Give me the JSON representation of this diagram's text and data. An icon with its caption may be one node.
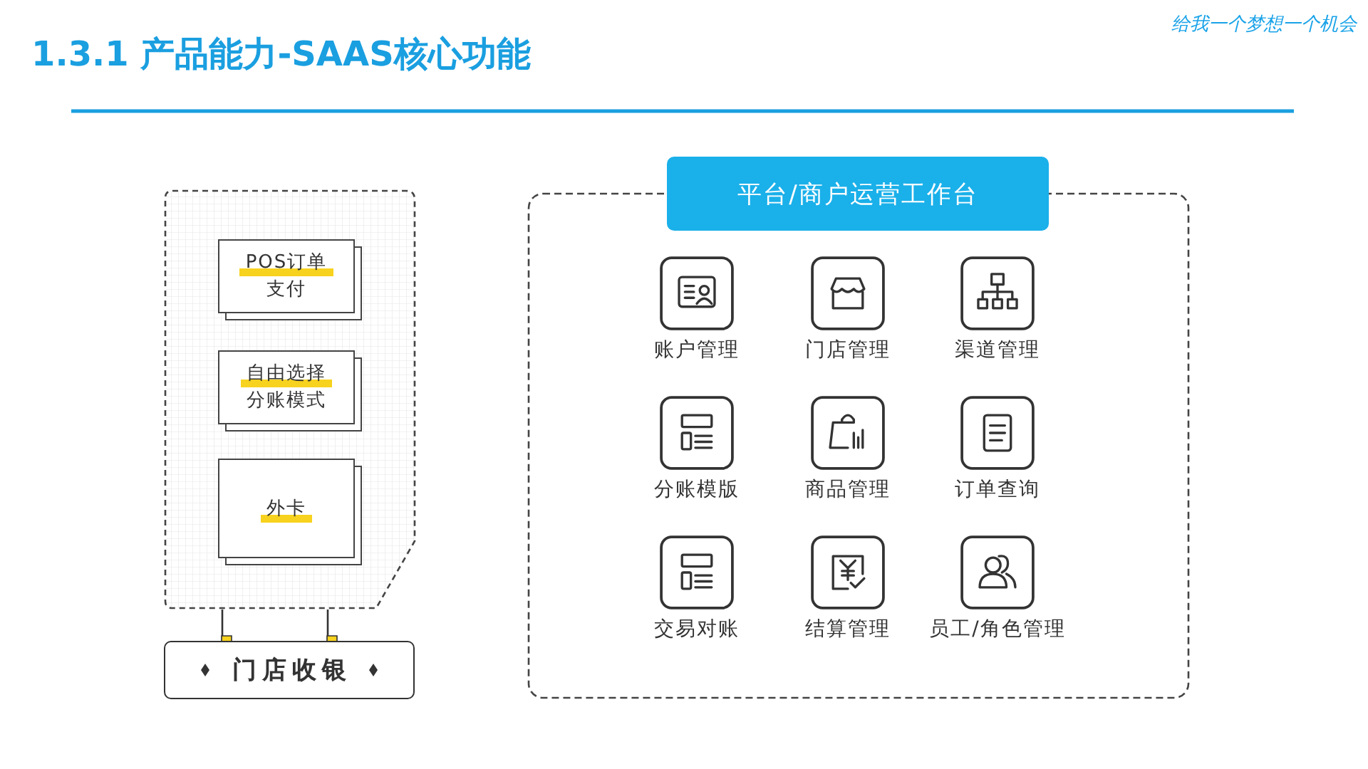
{
  "diagram": {
    "title": "1.3.1 产品能力-SAAS核心功能",
    "nodes": [
      {
        "text": [],
        "shape": "box"
      },
      {
        "text": [
          "POS订单",
          "支付"
        ],
        "in": 0
      },
      {
        "text": [
          "自由选择",
          "分账模式"
        ],
        "in": 0
      },
      {
        "text": [
          "外卡"
        ],
        "in": 0
      },
      {
        "text": [
          "门店收银"
        ]
      },
      {
        "text": [
          "平台/商户运营工作台"
        ]
      },
      {
        "text": [
          "账户管理"
        ],
        "in": 5
      },
      {
        "text": [
          "门店管理"
        ],
        "in": 5
      },
      {
        "text": [
          "渠道管理"
        ],
        "in": 5
      },
      {
        "text": [
          "分账模版"
        ],
        "in": 5
      },
      {
        "text": [
          "商品管理"
        ],
        "in": 5
      },
      {
        "text": [
          "订单查询"
        ],
        "in": 5
      },
      {
        "text": [
          "交易对账"
        ],
        "in": 5
      },
      {
        "text": [
          "结算管理"
        ],
        "in": 5
      },
      {
        "text": [
          "员工/角色管理"
        ],
        "in": 5
      }
    ],
    "edges": [
      {
        "from": 0,
        "to": 4,
        "arrow": "other"
      },
      {
        "from": 0,
        "to": 4,
        "arrow": "other"
      }
    ],
    "labels": [
      "给我一个梦想一个机会"
    ]
  }
}
